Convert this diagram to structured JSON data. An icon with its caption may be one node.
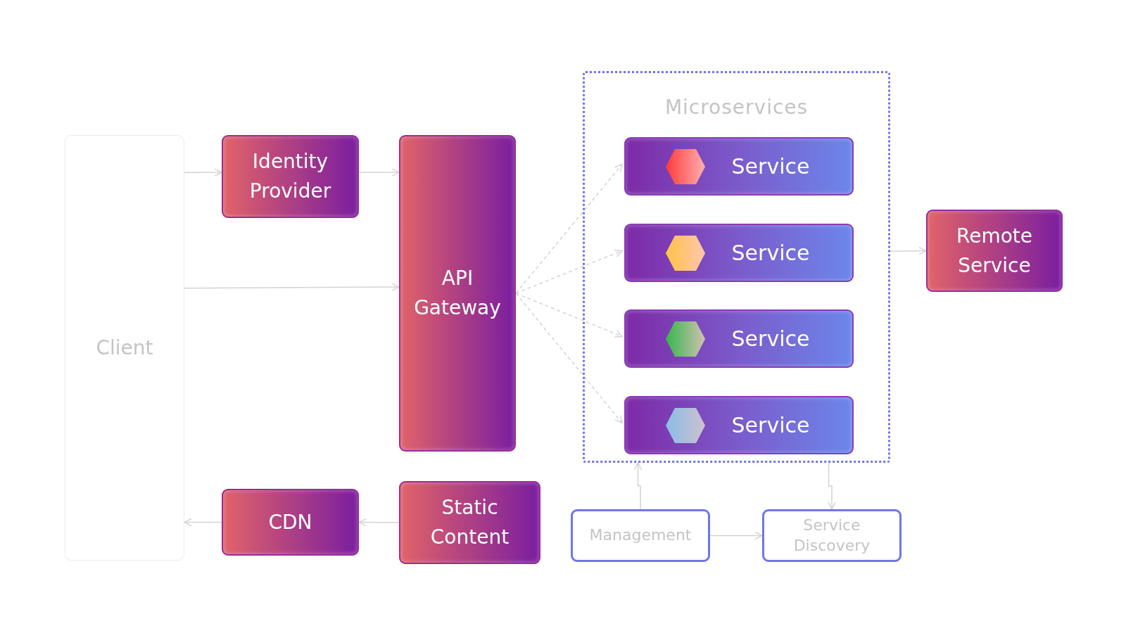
{
  "diagram": {
    "nodes": [
      {
        "text": [
          "Client"
        ]
      },
      {
        "text": [
          "Identity Provider"
        ]
      },
      {
        "text": [
          "API Gateway"
        ]
      },
      {
        "text": [
          "Microservices"
        ]
      },
      {
        "text": [
          "Service"
        ],
        "in": 3
      },
      {
        "text": [
          "Service"
        ],
        "in": 3
      },
      {
        "text": [
          "Service"
        ],
        "in": 3
      },
      {
        "text": [
          "Service"
        ],
        "in": 3
      },
      {
        "text": [
          "Remote Service"
        ]
      },
      {
        "text": [
          "CDN"
        ]
      },
      {
        "text": [
          "Static Content"
        ]
      },
      {
        "text": [
          "Management"
        ]
      },
      {
        "text": [
          "Service Discovery"
        ]
      }
    ],
    "edges": [
      {
        "from": 0,
        "to": 1,
        "arrow": "to"
      },
      {
        "from": 1,
        "to": 2,
        "arrow": "to"
      },
      {
        "from": 0,
        "to": 2,
        "arrow": "to"
      },
      {
        "from": 2,
        "to": 4,
        "arrow": "to",
        "style": "dashed"
      },
      {
        "from": 2,
        "to": 5,
        "arrow": "to",
        "style": "dashed"
      },
      {
        "from": 2,
        "to": 6,
        "arrow": "to",
        "style": "dashed"
      },
      {
        "from": 2,
        "to": 7,
        "arrow": "to",
        "style": "dashed"
      },
      {
        "from": 3,
        "to": 8,
        "arrow": "to"
      },
      {
        "from": 9,
        "to": 0,
        "arrow": "to"
      },
      {
        "from": 10,
        "to": 9,
        "arrow": "to"
      },
      {
        "from": 11,
        "to": 3,
        "arrow": "to"
      },
      {
        "from": 3,
        "to": 12,
        "arrow": "to"
      },
      {
        "from": 11,
        "to": 12,
        "arrow": "to"
      }
    ]
  }
}
